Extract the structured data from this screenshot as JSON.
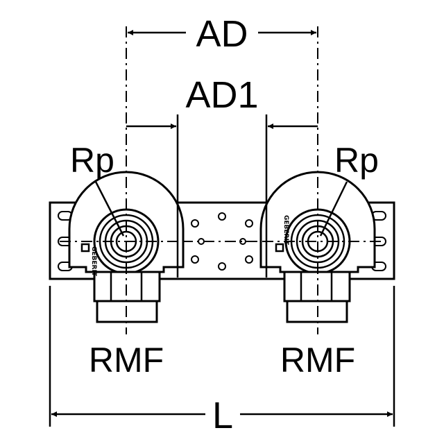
{
  "labels": {
    "ad": "AD",
    "ad1": "AD1",
    "rp_left": "Rp",
    "rp_right": "Rp",
    "rmf_left": "RMF",
    "rmf_right": "RMF",
    "length": "L",
    "brand_left": "GEBERIT",
    "brand_right": "GEBERIT"
  },
  "colors": {
    "ink": "#000000",
    "paper": "#ffffff"
  }
}
